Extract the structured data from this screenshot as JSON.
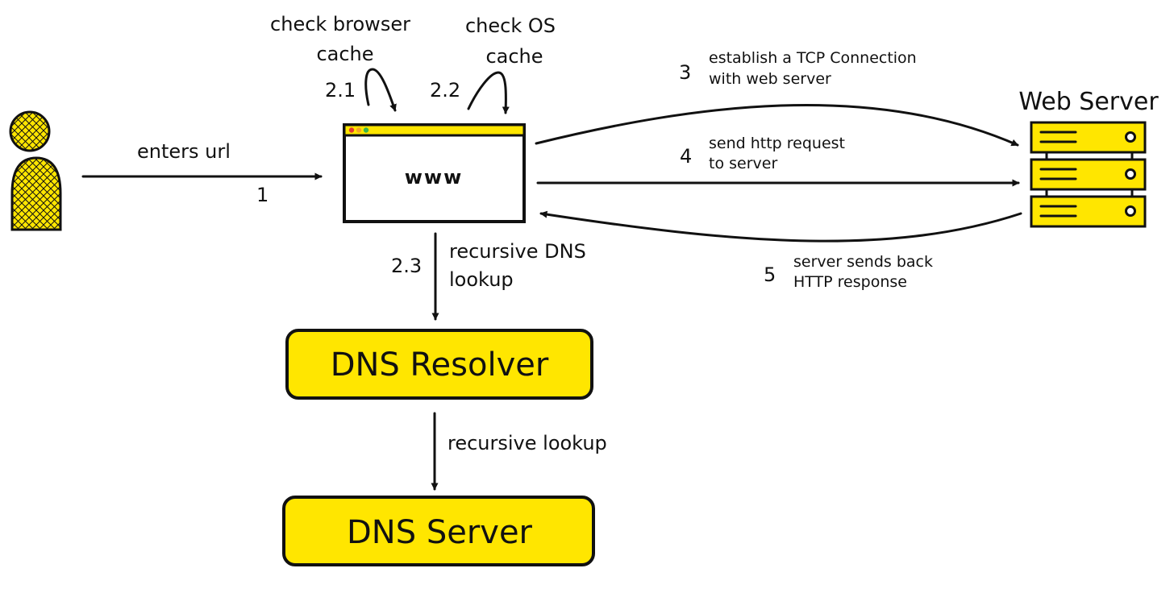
{
  "colors": {
    "accent": "#ffe600",
    "ink": "#111111",
    "background": "#ffffff",
    "dot_red": "#e63b2e",
    "dot_orange": "#f5a524",
    "dot_green": "#3bb54a"
  },
  "icons": {
    "user": "person-icon",
    "browser": "browser-window-icon",
    "server": "server-rack-icon"
  },
  "nodes": {
    "browser": {
      "label": "www"
    },
    "web_server": {
      "title": "Web Server"
    },
    "dns_resolver": {
      "label": "DNS Resolver"
    },
    "dns_server": {
      "label": "DNS Server"
    }
  },
  "edges": [
    {
      "step": "1",
      "label": "enters url"
    },
    {
      "step": "2.1",
      "label_lines": [
        "check browser",
        "cache"
      ]
    },
    {
      "step": "2.2",
      "label_lines": [
        "check OS",
        "cache"
      ]
    },
    {
      "step": "2.3",
      "label_lines": [
        "recursive DNS",
        "lookup"
      ]
    },
    {
      "step": "3",
      "label_lines": [
        "establish a TCP Connection",
        "with web server"
      ]
    },
    {
      "step": "4",
      "label_lines": [
        "send http request",
        "to server"
      ]
    },
    {
      "step": "5",
      "label_lines": [
        "server sends back",
        "HTTP response"
      ]
    },
    {
      "step": "",
      "label": "recursive lookup"
    }
  ]
}
